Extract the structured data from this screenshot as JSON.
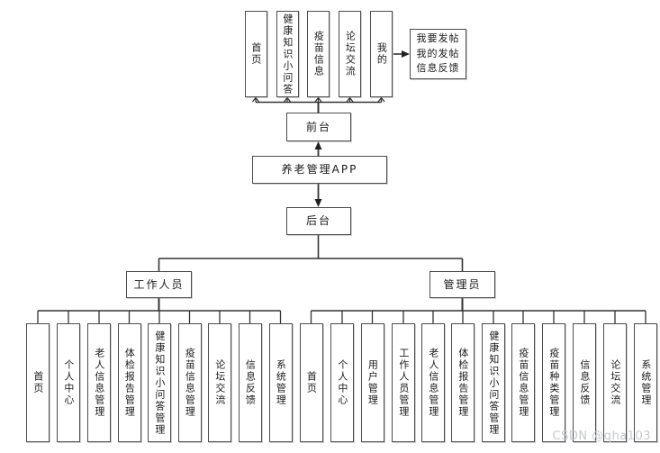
{
  "diagram": {
    "title": "养老管理APP",
    "front": {
      "label": "前台",
      "modules": [
        "首页",
        "健康知识小问答",
        "疫苗信息",
        "论坛交流",
        "我的"
      ],
      "my_submenu": [
        "我要发帖",
        "我的发帖",
        "信息反馈"
      ]
    },
    "back": {
      "label": "后台",
      "staff": {
        "label": "工作人员",
        "modules": [
          "首页",
          "个人中心",
          "老人信息管理",
          "体检报告管理",
          "健康知识小问答管理",
          "疫苗信息管理",
          "论坛交流",
          "信息反馈",
          "系统管理"
        ]
      },
      "admin": {
        "label": "管理员",
        "modules": [
          "首页",
          "个人中心",
          "用户管理",
          "工作人员管理",
          "老人信息管理",
          "体检报告管理",
          "健康知识小问答管理",
          "疫苗信息管理",
          "疫苗种类管理",
          "信息反馈",
          "论坛交流",
          "系统管理"
        ]
      }
    }
  },
  "watermark": "CSDN @qha103",
  "colors": {
    "line": "#333333",
    "box_border": "#4d4d4d",
    "watermark": "#c7c9ce"
  }
}
